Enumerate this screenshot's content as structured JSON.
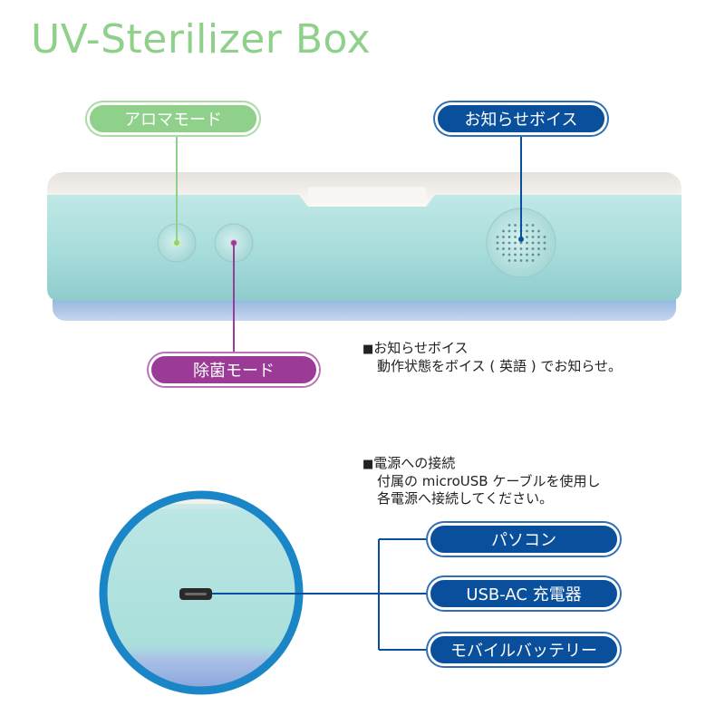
{
  "title": "UV-Sterilizer Box",
  "labels": {
    "aroma_mode": "アロマモード",
    "notice_voice": "お知らせボイス",
    "sterilize_mode": "除菌モード",
    "pc": "パソコン",
    "usb_ac_charger": "USB-AC 充電器",
    "mobile_battery": "モバイルバッテリー"
  },
  "notes": {
    "voice": {
      "marker": "■",
      "heading": "お知らせボイス",
      "line1": "動作状態をボイス ( 英語 ) でお知らせ。"
    },
    "power": {
      "marker": "■",
      "heading": "電源への接続",
      "line1": "付属の microUSB ケーブルを使用し",
      "line2": "各電源へ接続してください。"
    }
  },
  "colors": {
    "title_green": "#8fd08a",
    "aroma_green": "#8fd08a",
    "sterilize_purple": "#9b3a97",
    "connection_blue": "#0a4f9c",
    "device_body": "#a9dedd",
    "device_lid": "#f3f3ef"
  },
  "icons": {
    "speaker": "speaker-grille-icon",
    "usb_port": "micro-usb-port-icon"
  }
}
